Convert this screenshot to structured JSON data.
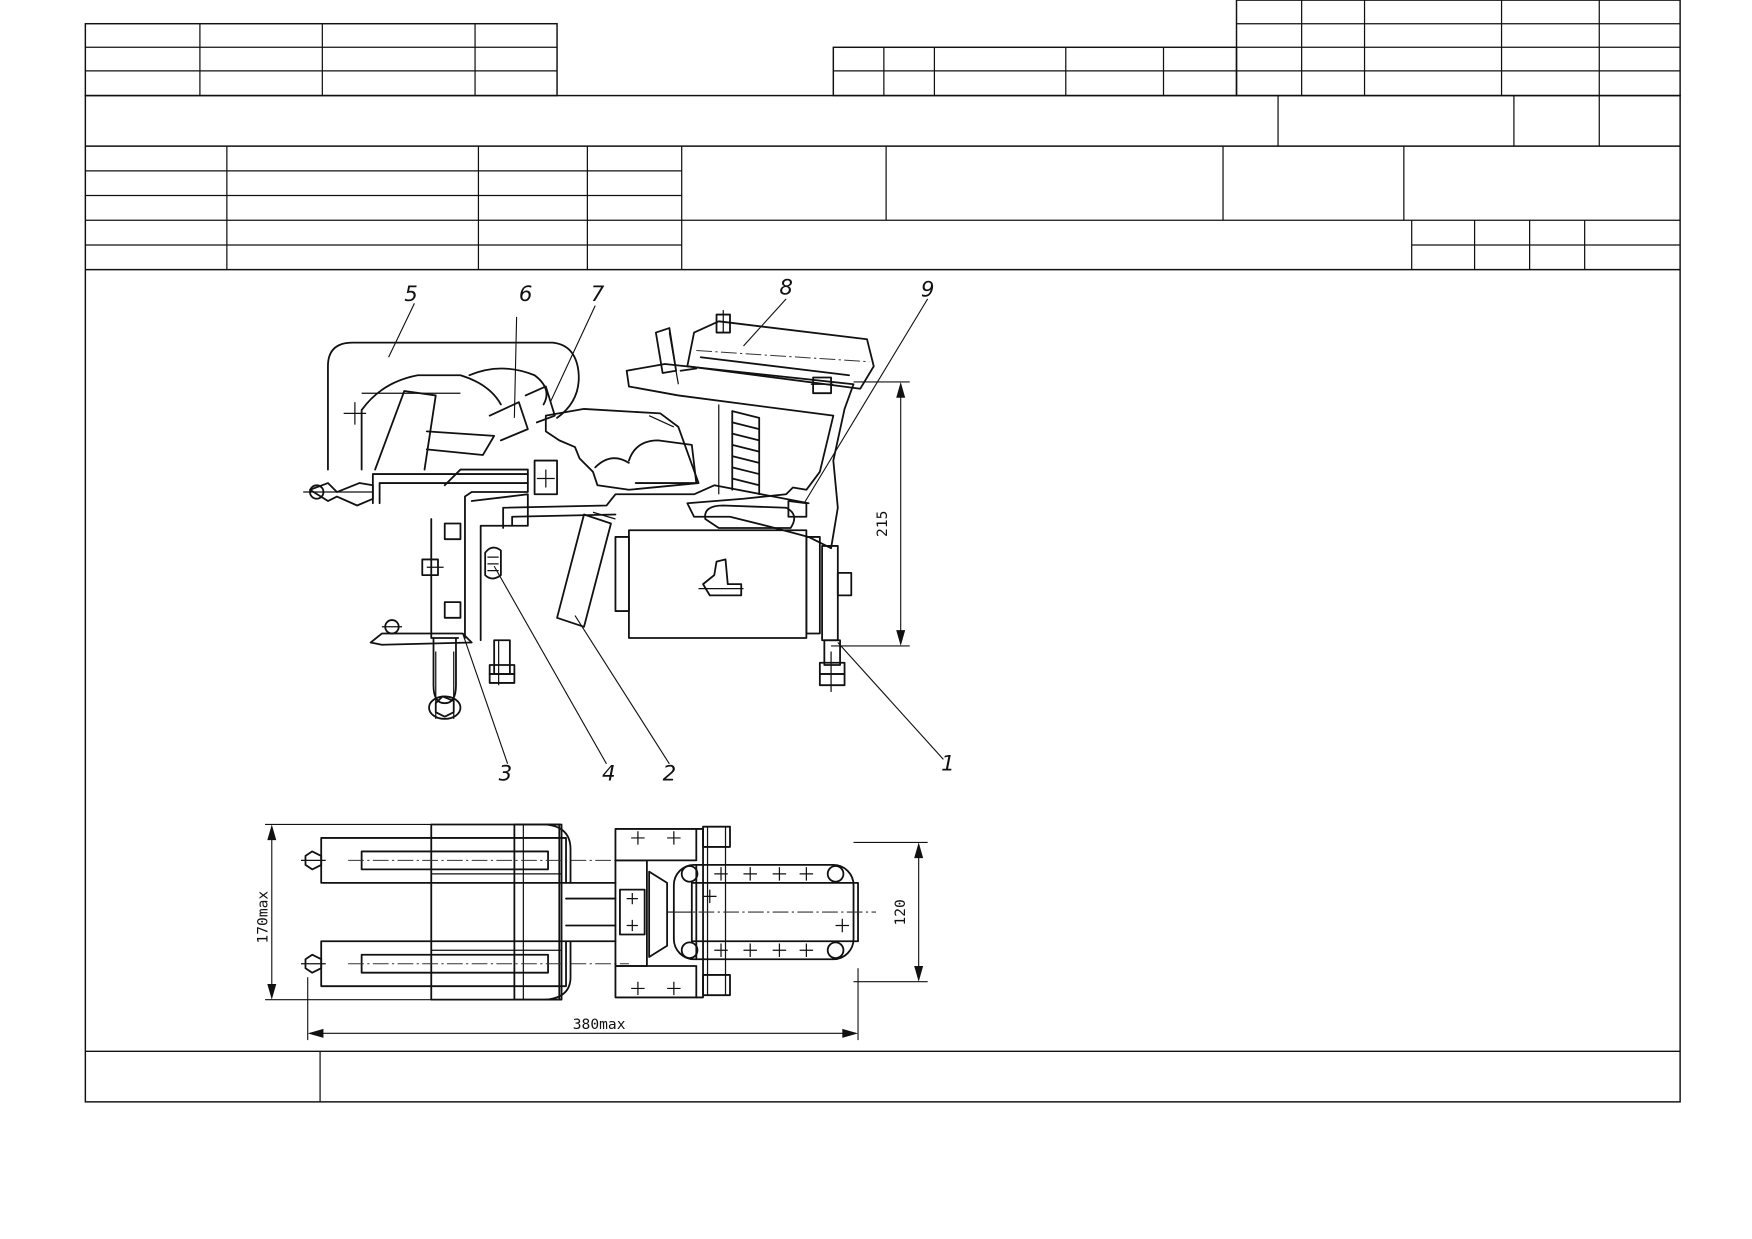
{
  "drawing": {
    "callouts": {
      "c1": "1",
      "c2": "2",
      "c3": "3",
      "c4": "4",
      "c5": "5",
      "c6": "6",
      "c7": "7",
      "c8": "8",
      "c9": "9"
    },
    "dimensions": {
      "height": "215",
      "width_max": "380max",
      "depth_max": "170max",
      "mount_spacing": "120"
    }
  }
}
